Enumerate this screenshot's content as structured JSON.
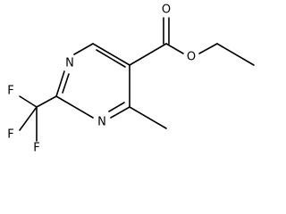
{
  "molecule": {
    "atoms": {
      "n1": "N",
      "n3": "N",
      "o_carbonyl": "O",
      "o_ester": "O",
      "f1": "F",
      "f2": "F",
      "f3": "F"
    }
  }
}
